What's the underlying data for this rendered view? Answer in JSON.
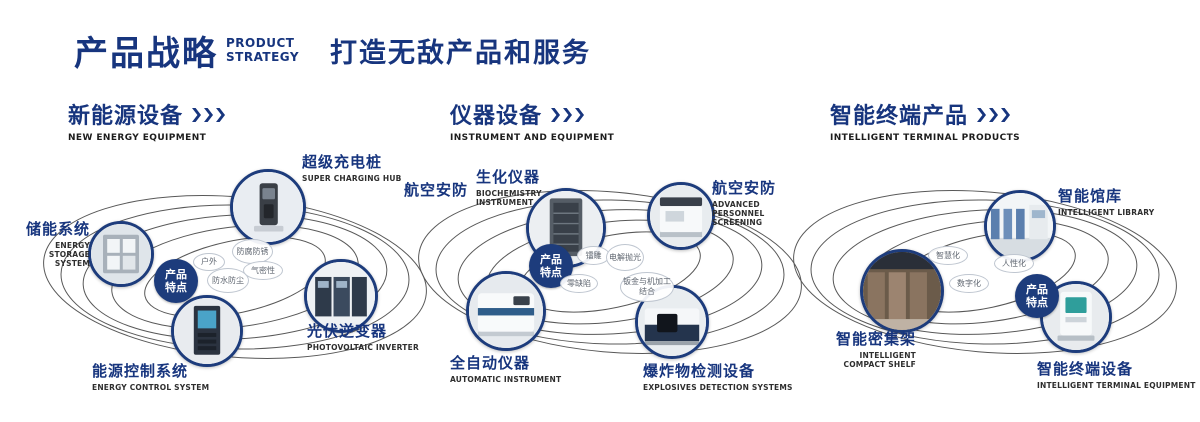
{
  "header": {
    "title_cn": "产品战略",
    "title_en1": "PRODUCT",
    "title_en2": "STRATEGY",
    "slogan": "打造无敌产品和服务"
  },
  "sections": [
    {
      "title": "新能源设备",
      "subtitle": "NEW ENERGY EQUIPMENT",
      "badge": "产品特点",
      "tags": [
        "防腐防锈",
        "户外",
        "气密性",
        "防水防尘"
      ],
      "items": [
        {
          "cn": "超级充电桩",
          "en": "SUPER CHARGING HUB"
        },
        {
          "cn": "储能系统",
          "en": "ENERGY STORAGE SYSTEM"
        },
        {
          "cn": "光伏逆变器",
          "en": "PHOTOVOLTAIC INVERTER"
        },
        {
          "cn": "能源控制系统",
          "en": "ENERGY CONTROL SYSTEM"
        }
      ]
    },
    {
      "title": "仪器设备",
      "subtitle": "INSTRUMENT AND EQUIPMENT",
      "badge": "产品特点",
      "extra_label": "航空安防",
      "tags": [
        "镭雕",
        "电解抛光",
        "零缺陷",
        "钣金与机加工结合"
      ],
      "items": [
        {
          "cn": "生化仪器",
          "en": "BIOCHEMISTRY INSTRUMENT"
        },
        {
          "cn": "航空安防",
          "en": "ADVANCED PERSONNEL SCREENING"
        },
        {
          "cn": "全自动仪器",
          "en": "AUTOMATIC INSTRUMENT"
        },
        {
          "cn": "爆炸物检测设备",
          "en": "EXPLOSIVES DETECTION SYSTEMS"
        }
      ]
    },
    {
      "title": "智能终端产品",
      "subtitle": "INTELLIGENT TERMINAL PRODUCTS",
      "badge": "产品特点",
      "tags": [
        "智慧化",
        "人性化",
        "数字化"
      ],
      "items": [
        {
          "cn": "智能馆库",
          "en": "INTELLIGENT LIBRARY"
        },
        {
          "cn": "智能密集架",
          "en": "INTELLIGENT COMPACT SHELF"
        },
        {
          "cn": "智能终端设备",
          "en": "INTELLIGENT TERMINAL EQUIPMENT"
        }
      ]
    }
  ],
  "colors": {
    "accent": "#17357e",
    "ring": "#2f2f2f",
    "badge_bg": "#1d3c7c"
  }
}
